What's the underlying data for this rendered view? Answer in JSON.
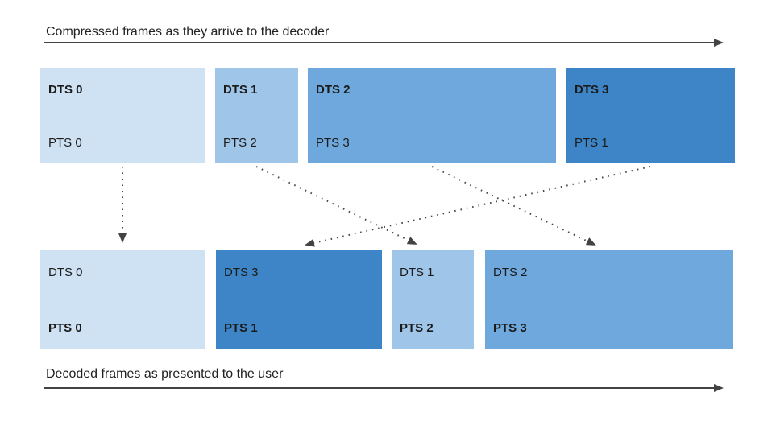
{
  "diagram": {
    "top_axis_label": "Compressed frames as they arrive to the decoder",
    "bottom_axis_label": "Decoded frames as presented to the user",
    "top_row": [
      {
        "dts": "DTS 0",
        "pts": "PTS 0"
      },
      {
        "dts": "DTS 1",
        "pts": "PTS 2"
      },
      {
        "dts": "DTS 2",
        "pts": "PTS 3"
      },
      {
        "dts": "DTS 3",
        "pts": "PTS 1"
      }
    ],
    "bottom_row": [
      {
        "dts": "DTS 0",
        "pts": "PTS 0"
      },
      {
        "dts": "DTS 3",
        "pts": "PTS 1"
      },
      {
        "dts": "DTS 1",
        "pts": "PTS 2"
      },
      {
        "dts": "DTS 2",
        "pts": "PTS 3"
      }
    ],
    "arrows": [
      {
        "from": "top frame DTS 0",
        "to": "bottom frame PTS 0"
      },
      {
        "from": "top frame DTS 1",
        "to": "bottom frame PTS 2"
      },
      {
        "from": "top frame DTS 2",
        "to": "bottom frame PTS 3"
      },
      {
        "from": "top frame DTS 3",
        "to": "bottom frame PTS 1"
      }
    ],
    "colors": {
      "frame_0": "#cfe2f3",
      "frame_1": "#9fc5e8",
      "frame_2": "#6fa8dc",
      "frame_3": "#3d85c6",
      "arrow": "#434343",
      "text": "#212121",
      "background": "#ffffff"
    }
  }
}
